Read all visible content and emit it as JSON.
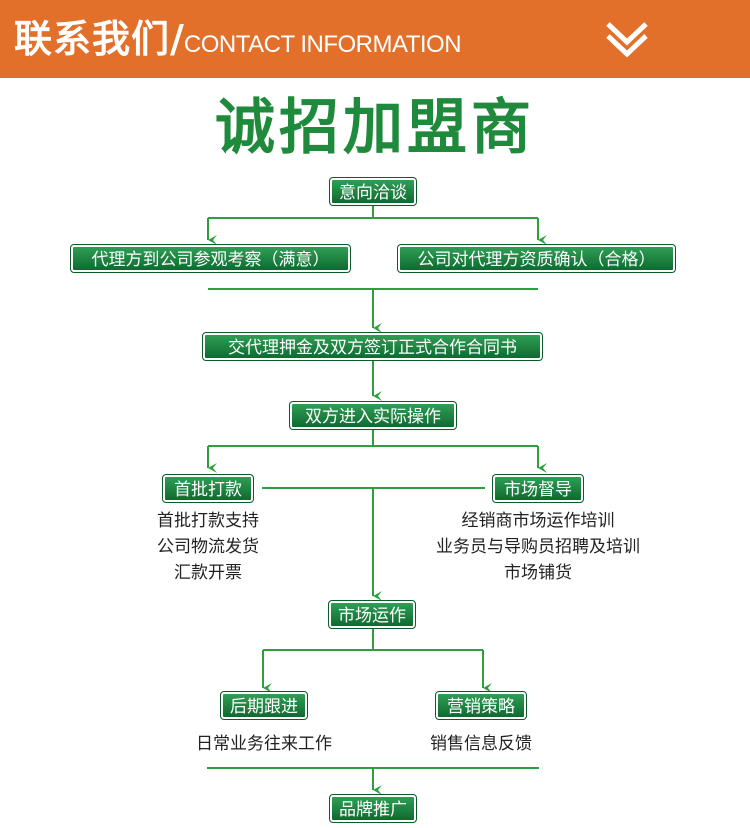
{
  "header": {
    "title_cn": "联系我们",
    "slash": "/",
    "title_en": "CONTACT INFORMATION",
    "icon": "double-chevron-down-icon"
  },
  "title": "诚招加盟商",
  "colors": {
    "header": "#e2702a",
    "green": "#1f8a3c",
    "node_dark": "#0f6a30",
    "line": "#2f9e3f"
  },
  "flow": {
    "step1": "意向洽谈",
    "branch_left": "代理方到公司参观考察（满意）",
    "branch_right": "公司对代理方资质确认（合格）",
    "step2": "交代理押金及双方签订正式合作合同书",
    "step3": "双方进入实际操作",
    "payment": {
      "label": "首批打款",
      "items": [
        "首批打款支持",
        "公司物流发货",
        "汇款开票"
      ]
    },
    "supervision": {
      "label": "市场督导",
      "items": [
        "经销商市场运作培训",
        "业务员与导购员招聘及培训",
        "市场铺货"
      ]
    },
    "step4": "市场运作",
    "after_sales": {
      "label": "后期跟进",
      "items": [
        "日常业务往来工作"
      ]
    },
    "marketing": {
      "label": "营销策略",
      "items": [
        "销售信息反馈"
      ]
    },
    "step5": "品牌推广"
  }
}
